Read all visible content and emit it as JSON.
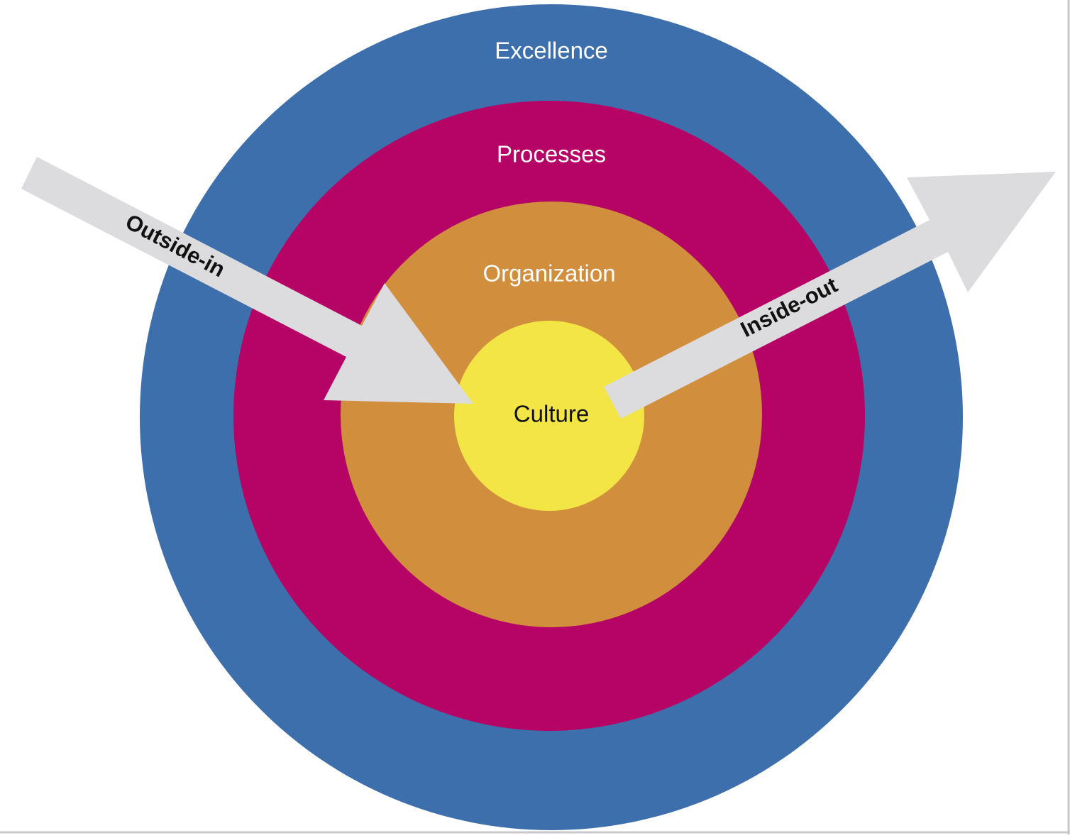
{
  "diagram": {
    "rings": [
      {
        "key": "excellence",
        "label": "Excellence",
        "fill": "#3e6fad",
        "text_color": "#ffffff"
      },
      {
        "key": "processes",
        "label": "Processes",
        "fill": "#b50466",
        "text_color": "#ffffff"
      },
      {
        "key": "organization",
        "label": "Organization",
        "fill": "#d18e3c",
        "text_color": "#ffffff"
      },
      {
        "key": "culture",
        "label": "Culture",
        "fill": "#f3e545",
        "text_color": "#111111"
      }
    ],
    "arrows": {
      "outside_in": {
        "label": "Outside-in",
        "fill": "#dcdcde"
      },
      "inside_out": {
        "label": "Inside-out",
        "fill": "#dcdcde"
      }
    }
  }
}
